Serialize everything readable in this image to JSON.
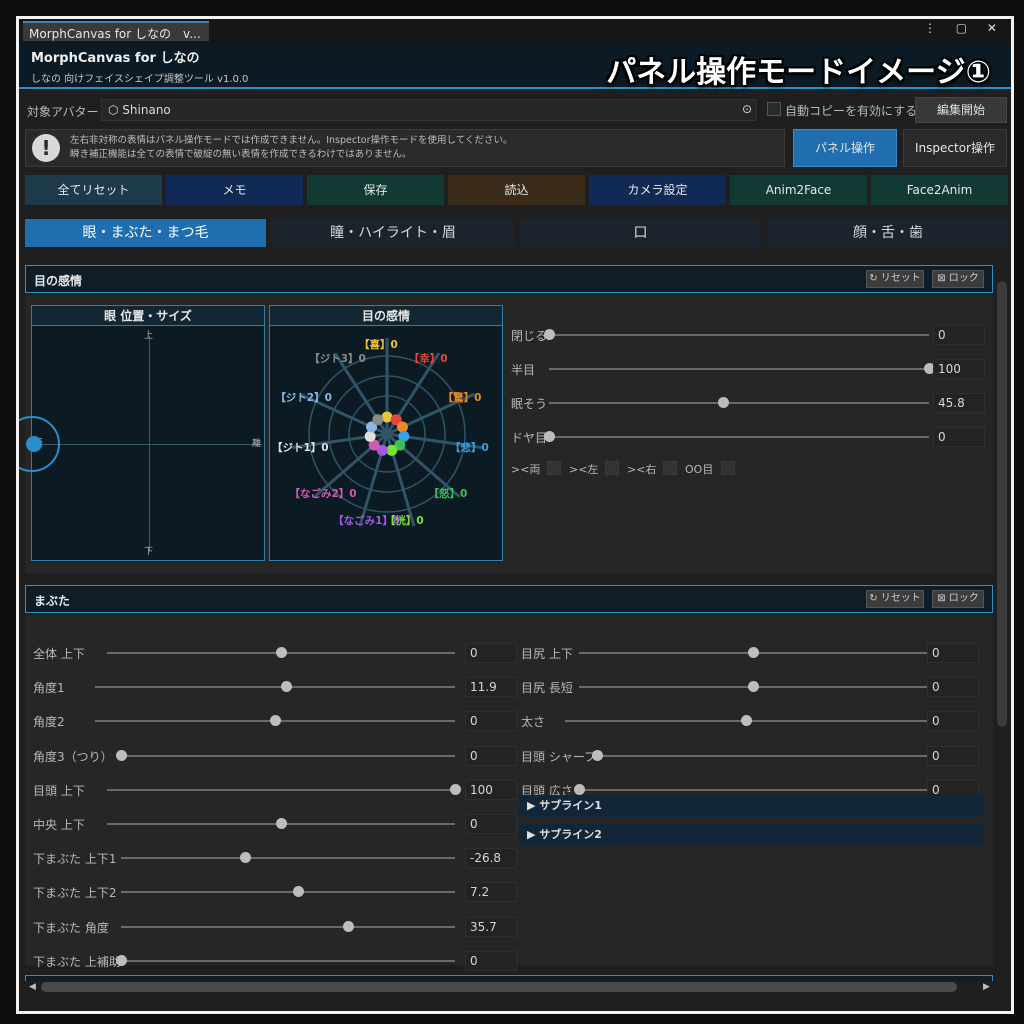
{
  "window": {
    "tab_title": "MorphCanvas for しなの　v...",
    "controls": "⋮ ▢ ✕"
  },
  "header": {
    "title": "MorphCanvas for しなの",
    "subtitle": "しなの 向けフェイスシェイプ調整ツール v1.0.0",
    "banner": "パネル操作モードイメージ①"
  },
  "avatar": {
    "label": "対象アバター",
    "value": "Shinano",
    "autocopy_label": "自動コピーを有効にする",
    "edit_button": "編集開始"
  },
  "warning": {
    "line1": "左右非対称の表情はパネル操作モードでは作成できません。Inspector操作モードを使用してください。",
    "line2": "瞬き補正機能は全ての表情で破綻の無い表情を作成できるわけではありません。"
  },
  "modes": {
    "panel": "パネル操作",
    "inspector": "Inspector操作"
  },
  "toolbar": [
    {
      "label": "全てリセット",
      "color": "#1c3a4a"
    },
    {
      "label": "メモ",
      "color": "#102a55"
    },
    {
      "label": "保存",
      "color": "#123a35"
    },
    {
      "label": "読込",
      "color": "#3a2a1a"
    },
    {
      "label": "カメラ設定",
      "color": "#102a55"
    },
    {
      "label": "Anim2Face",
      "color": "#123a35"
    },
    {
      "label": "Face2Anim",
      "color": "#123a35"
    }
  ],
  "categories": [
    "眼・まぶた・まつ毛",
    "瞳・ハイライト・眉",
    "口",
    "顔・舌・歯"
  ],
  "eye_emotion": {
    "title": "目の感情",
    "reset": "↻ リセット",
    "lock": "⊠ ロック",
    "position_panel": {
      "title": "眼 位置・サイズ",
      "top": "上",
      "bottom": "下",
      "near": "近",
      "far": "離"
    },
    "emotion_panel": {
      "title": "目の感情"
    },
    "radar": [
      {
        "label": "【喜】0",
        "color": "#e8c43a"
      },
      {
        "label": "【幸】0",
        "color": "#e2483a"
      },
      {
        "label": "【驚】0",
        "color": "#e8882a"
      },
      {
        "label": "【悲】0",
        "color": "#3aa0e0"
      },
      {
        "label": "【怒】0",
        "color": "#3ac05a"
      },
      {
        "label": "【恍】0",
        "color": "#7ae03a"
      },
      {
        "label": "【なごみ1】0",
        "color": "#a05ae0"
      },
      {
        "label": "【なごみ2】0",
        "color": "#d05ab0"
      },
      {
        "label": "【ジト1】0",
        "color": "#e0e0e0"
      },
      {
        "label": "【ジト2】0",
        "color": "#8ab8e0"
      },
      {
        "label": "【ジト3】0",
        "color": "#8a8a8a"
      }
    ],
    "sliders": [
      {
        "label": "閉じる",
        "value": "0",
        "frac": 0.0
      },
      {
        "label": "半目",
        "value": "100",
        "frac": 1.0
      },
      {
        "label": "眠そう",
        "value": "45.8",
        "frac": 0.458
      },
      {
        "label": "ドヤ目",
        "value": "0",
        "frac": 0.0
      }
    ],
    "toggles": [
      "><両",
      "><左",
      "><右",
      "OO目"
    ]
  },
  "eyelid": {
    "title": "まぶた",
    "reset": "↻ リセット",
    "lock": "⊠ ロック",
    "left": [
      {
        "label": "全体 上下",
        "value": "0",
        "frac": 0.5
      },
      {
        "label": "角度1",
        "value": "11.9",
        "frac": 0.53
      },
      {
        "label": "角度2",
        "value": "0",
        "frac": 0.5
      },
      {
        "label": "角度3（つり）",
        "value": "0",
        "frac": 0.0
      },
      {
        "label": "目頭 上下",
        "value": "100",
        "frac": 1.0
      },
      {
        "label": "中央 上下",
        "value": "0",
        "frac": 0.5
      },
      {
        "label": "下まぶた 上下1",
        "value": "-26.8",
        "frac": 0.37
      },
      {
        "label": "下まぶた 上下2",
        "value": "7.2",
        "frac": 0.53
      },
      {
        "label": "下まぶた 角度",
        "value": "35.7",
        "frac": 0.68
      },
      {
        "label": "下まぶた 上補助",
        "value": "0",
        "frac": 0.0
      }
    ],
    "right": [
      {
        "label": "目尻 上下",
        "value": "0",
        "frac": 0.5
      },
      {
        "label": "目尻 長短",
        "value": "0",
        "frac": 0.5
      },
      {
        "label": "太さ",
        "value": "0",
        "frac": 0.5
      },
      {
        "label": "目頭 シャープ",
        "value": "0",
        "frac": 0.0
      },
      {
        "label": "目頭 広さ",
        "value": "0",
        "frac": 0.0
      }
    ],
    "sublines": [
      "サブライン1",
      "サブライン2"
    ]
  }
}
